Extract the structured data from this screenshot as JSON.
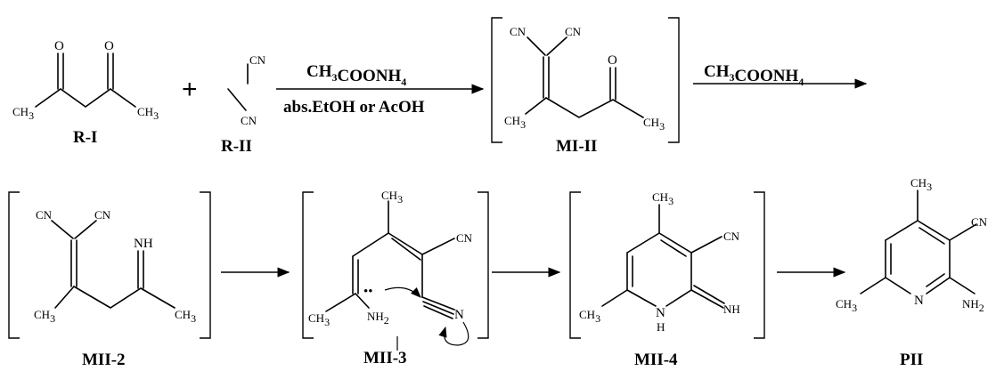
{
  "labels": {
    "r1": "R-I",
    "r2": "R-II",
    "mi2": "MI-II",
    "mii2": "MII-2",
    "mii3": "MII-3",
    "mii4": "MII-4",
    "pii": "PII"
  },
  "reagents": {
    "step1_top": "CH3COONH4",
    "step1_bottom": "abs.EtOH or AcOH",
    "step2_top": "CH3COONH4"
  },
  "plus": "+",
  "atoms": {
    "O": "O",
    "CH": "CH",
    "sub3": "3",
    "CN": "CN",
    "NH": "NH",
    "N": "N",
    "H": "H",
    "NH2_main": "NH",
    "NH2_sub": "2",
    "lone_pair": "••"
  }
}
